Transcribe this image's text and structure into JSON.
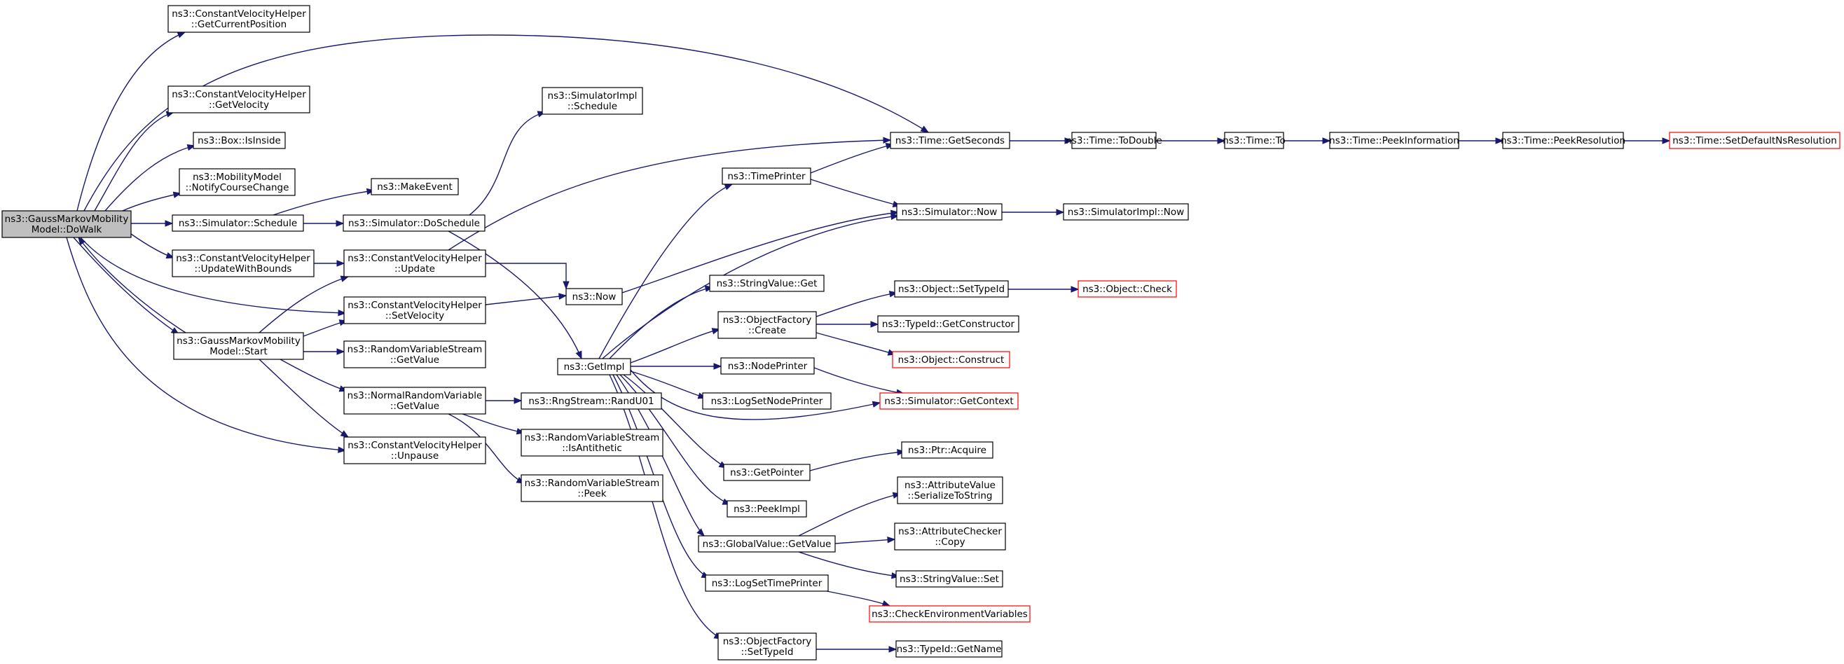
{
  "nodes": {
    "root": {
      "lines": [
        "ns3::GaussMarkovMobility",
        "Model::DoWalk"
      ],
      "style": "root"
    },
    "cvGetPos": {
      "lines": [
        "ns3::ConstantVelocityHelper",
        "::GetCurrentPosition"
      ]
    },
    "cvGetVel": {
      "lines": [
        "ns3::ConstantVelocityHelper",
        "::GetVelocity"
      ]
    },
    "boxInside": {
      "lines": [
        "ns3::Box::IsInside"
      ]
    },
    "notify": {
      "lines": [
        "ns3::MobilityModel",
        "::NotifyCourseChange"
      ]
    },
    "simSched": {
      "lines": [
        "ns3::Simulator::Schedule"
      ]
    },
    "cvUpdB": {
      "lines": [
        "ns3::ConstantVelocityHelper",
        "::UpdateWithBounds"
      ]
    },
    "start": {
      "lines": [
        "ns3::GaussMarkovMobility",
        "Model::Start"
      ]
    },
    "makeEvent": {
      "lines": [
        "ns3::MakeEvent"
      ]
    },
    "doSched": {
      "lines": [
        "ns3::Simulator::DoSchedule"
      ]
    },
    "implSched": {
      "lines": [
        "ns3::SimulatorImpl",
        "::Schedule"
      ]
    },
    "cvUpdate": {
      "lines": [
        "ns3::ConstantVelocityHelper",
        "::Update"
      ]
    },
    "cvSetVel": {
      "lines": [
        "ns3::ConstantVelocityHelper",
        "::SetVelocity"
      ]
    },
    "rvsGetVal": {
      "lines": [
        "ns3::RandomVariableStream",
        "::GetValue"
      ]
    },
    "nrvGetVal": {
      "lines": [
        "ns3::NormalRandomVariable",
        "::GetValue"
      ]
    },
    "cvUnpause": {
      "lines": [
        "ns3::ConstantVelocityHelper",
        "::Unpause"
      ]
    },
    "now": {
      "lines": [
        "ns3::Now"
      ]
    },
    "getImpl": {
      "lines": [
        "ns3::GetImpl"
      ]
    },
    "randU01": {
      "lines": [
        "ns3::RngStream::RandU01"
      ]
    },
    "isAnti": {
      "lines": [
        "ns3::RandomVariableStream",
        "::IsAntithetic"
      ]
    },
    "peek": {
      "lines": [
        "ns3::RandomVariableStream",
        "::Peek"
      ]
    },
    "timePrint": {
      "lines": [
        "ns3::TimePrinter"
      ]
    },
    "strGet": {
      "lines": [
        "ns3::StringValue::Get"
      ]
    },
    "ofCreate": {
      "lines": [
        "ns3::ObjectFactory",
        "::Create"
      ]
    },
    "nodePrint": {
      "lines": [
        "ns3::NodePrinter"
      ]
    },
    "logNode": {
      "lines": [
        "ns3::LogSetNodePrinter"
      ]
    },
    "getPtr": {
      "lines": [
        "ns3::GetPointer"
      ]
    },
    "peekImpl": {
      "lines": [
        "ns3::PeekImpl"
      ]
    },
    "gvGet": {
      "lines": [
        "ns3::GlobalValue::GetValue"
      ]
    },
    "logTime": {
      "lines": [
        "ns3::LogSetTimePrinter"
      ]
    },
    "ofSetTid": {
      "lines": [
        "ns3::ObjectFactory",
        "::SetTypeId"
      ]
    },
    "getSec": {
      "lines": [
        "ns3::Time::GetSeconds"
      ]
    },
    "simNow": {
      "lines": [
        "ns3::Simulator::Now"
      ]
    },
    "objSetTid": {
      "lines": [
        "ns3::Object::SetTypeId"
      ]
    },
    "tidCtor": {
      "lines": [
        "ns3::TypeId::GetConstructor"
      ]
    },
    "objCtor": {
      "lines": [
        "ns3::Object::Construct"
      ],
      "style": "trunc"
    },
    "getCtx": {
      "lines": [
        "ns3::Simulator::GetContext"
      ],
      "style": "trunc"
    },
    "ptrAcq": {
      "lines": [
        "ns3::Ptr::Acquire"
      ]
    },
    "avSer": {
      "lines": [
        "ns3::AttributeValue",
        "::SerializeToString"
      ]
    },
    "acCopy": {
      "lines": [
        "ns3::AttributeChecker",
        "::Copy"
      ]
    },
    "svSet": {
      "lines": [
        "ns3::StringValue::Set"
      ]
    },
    "checkEnv": {
      "lines": [
        "ns3::CheckEnvironmentVariables"
      ],
      "style": "trunc"
    },
    "tidName": {
      "lines": [
        "ns3::TypeId::GetName"
      ]
    },
    "toDouble": {
      "lines": [
        "ns3::Time::ToDouble"
      ]
    },
    "implNow": {
      "lines": [
        "ns3::SimulatorImpl::Now"
      ]
    },
    "objCheck": {
      "lines": [
        "ns3::Object::Check"
      ],
      "style": "trunc"
    },
    "timeTo": {
      "lines": [
        "ns3::Time::To"
      ]
    },
    "peekInfo": {
      "lines": [
        "ns3::Time::PeekInformation"
      ]
    },
    "peekRes": {
      "lines": [
        "ns3::Time::PeekResolution"
      ]
    },
    "setDefRes": {
      "lines": [
        "ns3::Time::SetDefaultNsResolution"
      ],
      "style": "trunc"
    }
  },
  "edges": [
    [
      "root",
      "cvGetPos"
    ],
    [
      "root",
      "getSec"
    ],
    [
      "root",
      "cvGetVel"
    ],
    [
      "root",
      "boxInside"
    ],
    [
      "root",
      "notify"
    ],
    [
      "root",
      "simSched"
    ],
    [
      "root",
      "cvUpdB"
    ],
    [
      "root",
      "cvSetVel"
    ],
    [
      "root",
      "start"
    ],
    [
      "root",
      "cvUnpause"
    ],
    [
      "simSched",
      "makeEvent"
    ],
    [
      "simSched",
      "doSched"
    ],
    [
      "doSched",
      "implSched"
    ],
    [
      "doSched",
      "getImpl"
    ],
    [
      "cvUpdB",
      "cvUpdate"
    ],
    [
      "start",
      "root"
    ],
    [
      "start",
      "cvUpdate"
    ],
    [
      "start",
      "cvSetVel"
    ],
    [
      "start",
      "rvsGetVal"
    ],
    [
      "start",
      "nrvGetVal"
    ],
    [
      "start",
      "cvUnpause"
    ],
    [
      "cvUpdate",
      "getSec"
    ],
    [
      "cvUpdate",
      "now"
    ],
    [
      "cvSetVel",
      "now"
    ],
    [
      "now",
      "simNow"
    ],
    [
      "nrvGetVal",
      "randU01"
    ],
    [
      "nrvGetVal",
      "isAnti"
    ],
    [
      "nrvGetVal",
      "peek"
    ],
    [
      "getImpl",
      "simNow"
    ],
    [
      "getImpl",
      "timePrint"
    ],
    [
      "getImpl",
      "strGet"
    ],
    [
      "getImpl",
      "ofCreate"
    ],
    [
      "getImpl",
      "nodePrint"
    ],
    [
      "getImpl",
      "logNode"
    ],
    [
      "getImpl",
      "getCtx"
    ],
    [
      "getImpl",
      "getPtr"
    ],
    [
      "getImpl",
      "peekImpl"
    ],
    [
      "getImpl",
      "gvGet"
    ],
    [
      "getImpl",
      "logTime"
    ],
    [
      "getImpl",
      "ofSetTid"
    ],
    [
      "timePrint",
      "getSec"
    ],
    [
      "timePrint",
      "simNow"
    ],
    [
      "ofCreate",
      "objSetTid"
    ],
    [
      "ofCreate",
      "tidCtor"
    ],
    [
      "ofCreate",
      "objCtor"
    ],
    [
      "nodePrint",
      "getCtx"
    ],
    [
      "getPtr",
      "ptrAcq"
    ],
    [
      "gvGet",
      "avSer"
    ],
    [
      "gvGet",
      "acCopy"
    ],
    [
      "gvGet",
      "svSet"
    ],
    [
      "logTime",
      "checkEnv"
    ],
    [
      "ofSetTid",
      "tidName"
    ],
    [
      "getSec",
      "toDouble"
    ],
    [
      "simNow",
      "implNow"
    ],
    [
      "objSetTid",
      "objCheck"
    ],
    [
      "toDouble",
      "timeTo"
    ],
    [
      "timeTo",
      "peekInfo"
    ],
    [
      "peekInfo",
      "peekRes"
    ],
    [
      "peekRes",
      "setDefRes"
    ]
  ]
}
